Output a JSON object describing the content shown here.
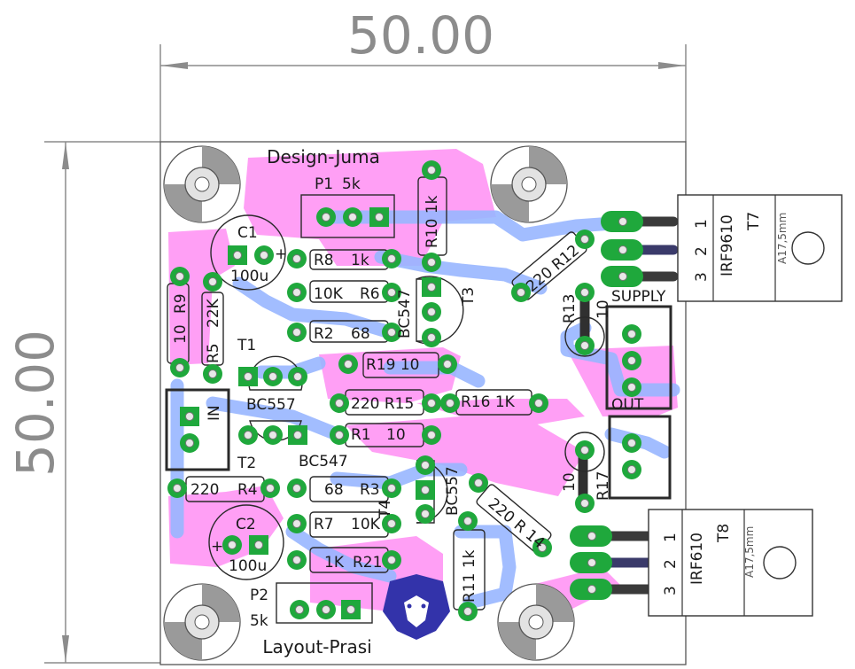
{
  "dimensions": {
    "width_label": "50.00",
    "height_label": "50.00"
  },
  "board": {
    "title_top": "Design-Juma",
    "title_bottom": "Layout-Prasi"
  },
  "labels": {
    "P1": "P1",
    "P1v": "5k",
    "C1": "C1",
    "C1v": "100u",
    "C1plus": "+",
    "C2": "C2",
    "C2v": "100u",
    "C2plus": "+",
    "P2": "P2",
    "P2v": "5k",
    "R8": "R8",
    "R8v": "1k",
    "R6": "R6",
    "R6v": "10K",
    "R2": "R2",
    "R2v": "68",
    "R9": "R9",
    "R9v": "10",
    "R5": "R5",
    "R5v": "22K",
    "R10": "R10 1k",
    "T3": "T3",
    "T3v": "BC547",
    "R19": "R19 10",
    "R12": "220 R12",
    "R13": "R13",
    "R13v": "10",
    "T1": "T1",
    "T1v": "BC557",
    "R15": "220 R15",
    "R16": "R16 1K",
    "R1": "R1",
    "R1v": "10",
    "T2": "T2",
    "T2v": "BC547",
    "R4": "R4",
    "R4v": "220",
    "R3": "R3",
    "R3v": "68",
    "T4": "T4",
    "T4v": "BC557",
    "R7": "R7",
    "R7v": "10K",
    "R21": "R21",
    "R21v": "1K",
    "R14": "220 R 14",
    "R11": "R11 1k",
    "R17": "R17",
    "R17v": "10",
    "IN": "IN",
    "SUPPLY": "SUPPLY",
    "OUT": "OUT",
    "T7": "T7",
    "T7v": "IRF9610",
    "T7h": "A17,5mm",
    "T8": "T8",
    "T8v": "IRF610",
    "T8h": "A17,5mm",
    "pin1": "1",
    "pin2": "2",
    "pin3": "3"
  },
  "colors": {
    "silk_top": "#ff9ff5",
    "copper_bottom": "#98b6ff",
    "pad": "#1fa83c",
    "dim": "#8c8c8c"
  },
  "chart_data": {
    "type": "table",
    "title": "",
    "dimensions": [
      {
        "axis": "width",
        "value": "50.00"
      },
      {
        "axis": "height",
        "value": "50.00"
      }
    ]
  }
}
